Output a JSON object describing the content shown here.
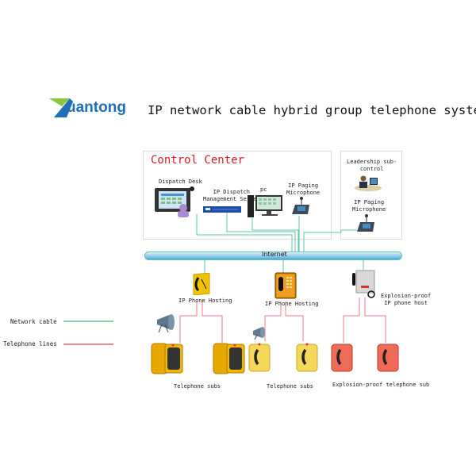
{
  "header": {
    "logo_text": "uantong",
    "logo_colors": {
      "green": "#8cc63f",
      "blue": "#1d6fb8"
    },
    "title": "IP network cable hybrid group telephone system"
  },
  "control_center": {
    "title": "Control Center",
    "devices": [
      {
        "label": "Dispatch Desk",
        "icon": "dispatch-desk-icon"
      },
      {
        "label_line1": "IP Dispatch",
        "label_line2": "Management Server",
        "icon": "server-icon"
      },
      {
        "label": "pc",
        "icon": "pc-icon"
      },
      {
        "label_line1": "IP Paging",
        "label_line2": "Microphone",
        "icon": "paging-microphone-icon"
      }
    ]
  },
  "leadership": {
    "label_line1": "Leadership sub-",
    "label_line2": "control",
    "paging_line1": "IP Paging",
    "paging_line2": "Microphone"
  },
  "network": {
    "label": "Internet"
  },
  "hosts": [
    {
      "label": "IP Phone Hosting",
      "color": "#f2c200"
    },
    {
      "label": "IP Phone Hosting",
      "color": "#e08a00"
    },
    {
      "label_line1": "Explosion-proof",
      "label_line2": "IP phone host",
      "color": "#c9c9c9"
    }
  ],
  "groups": [
    {
      "label": "Telephone subs"
    },
    {
      "label": "Telephone subs"
    },
    {
      "label": "Explosion-proof telephone sub"
    }
  ],
  "legend": {
    "items": [
      {
        "label": "Network cable",
        "color": "#5fc68a"
      },
      {
        "label": "Telephone lines",
        "color": "#e8606a"
      }
    ]
  },
  "colors": {
    "network": "#5fc6a6",
    "phone_line": "#f0788a",
    "title_red": "#d42020"
  }
}
